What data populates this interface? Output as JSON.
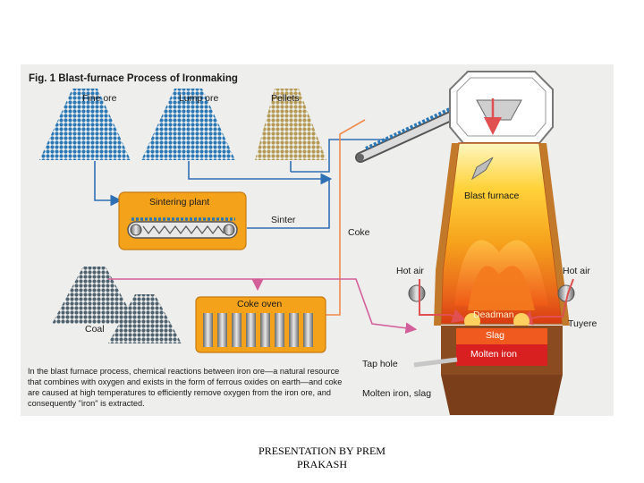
{
  "figure": {
    "title": "Fig. 1 Blast-furnace Process of Ironmaking",
    "labels": {
      "fine_ore": "Fine ore",
      "lump_ore": "Lump ore",
      "pellets": "Pellets",
      "sintering_plant": "Sintering plant",
      "sinter": "Sinter",
      "coke": "Coke",
      "coal": "Coal",
      "coke_oven": "Coke oven",
      "blast_furnace": "Blast furnace",
      "hot_air_left": "Hot air",
      "hot_air_right": "Hot air",
      "deadman": "Deadman",
      "tuyere": "Tuyere",
      "slag": "Slag",
      "molten_iron": "Molten iron",
      "tap_hole": "Tap hole",
      "molten_iron_slag": "Molten iron, slag"
    },
    "caption": "In the blast furnace process, chemical reactions between iron ore—a natural resource that combines with oxygen and exists in the form of ferrous oxides on earth—and coke are caused at high temperatures to efficiently remove oxygen from the iron ore, and consequently \"iron\" is extracted.",
    "colors": {
      "flow_blue": "#2f6fb3",
      "flow_red": "#e05050",
      "flow_orange": "#f08a4b",
      "flow_pink": "#d35f9a",
      "plant_orange": "#f4a21a",
      "molten_red": "#d82020"
    }
  },
  "footer": {
    "line1": "PRESENTATION BY PREM",
    "line2": "PRAKASH"
  }
}
